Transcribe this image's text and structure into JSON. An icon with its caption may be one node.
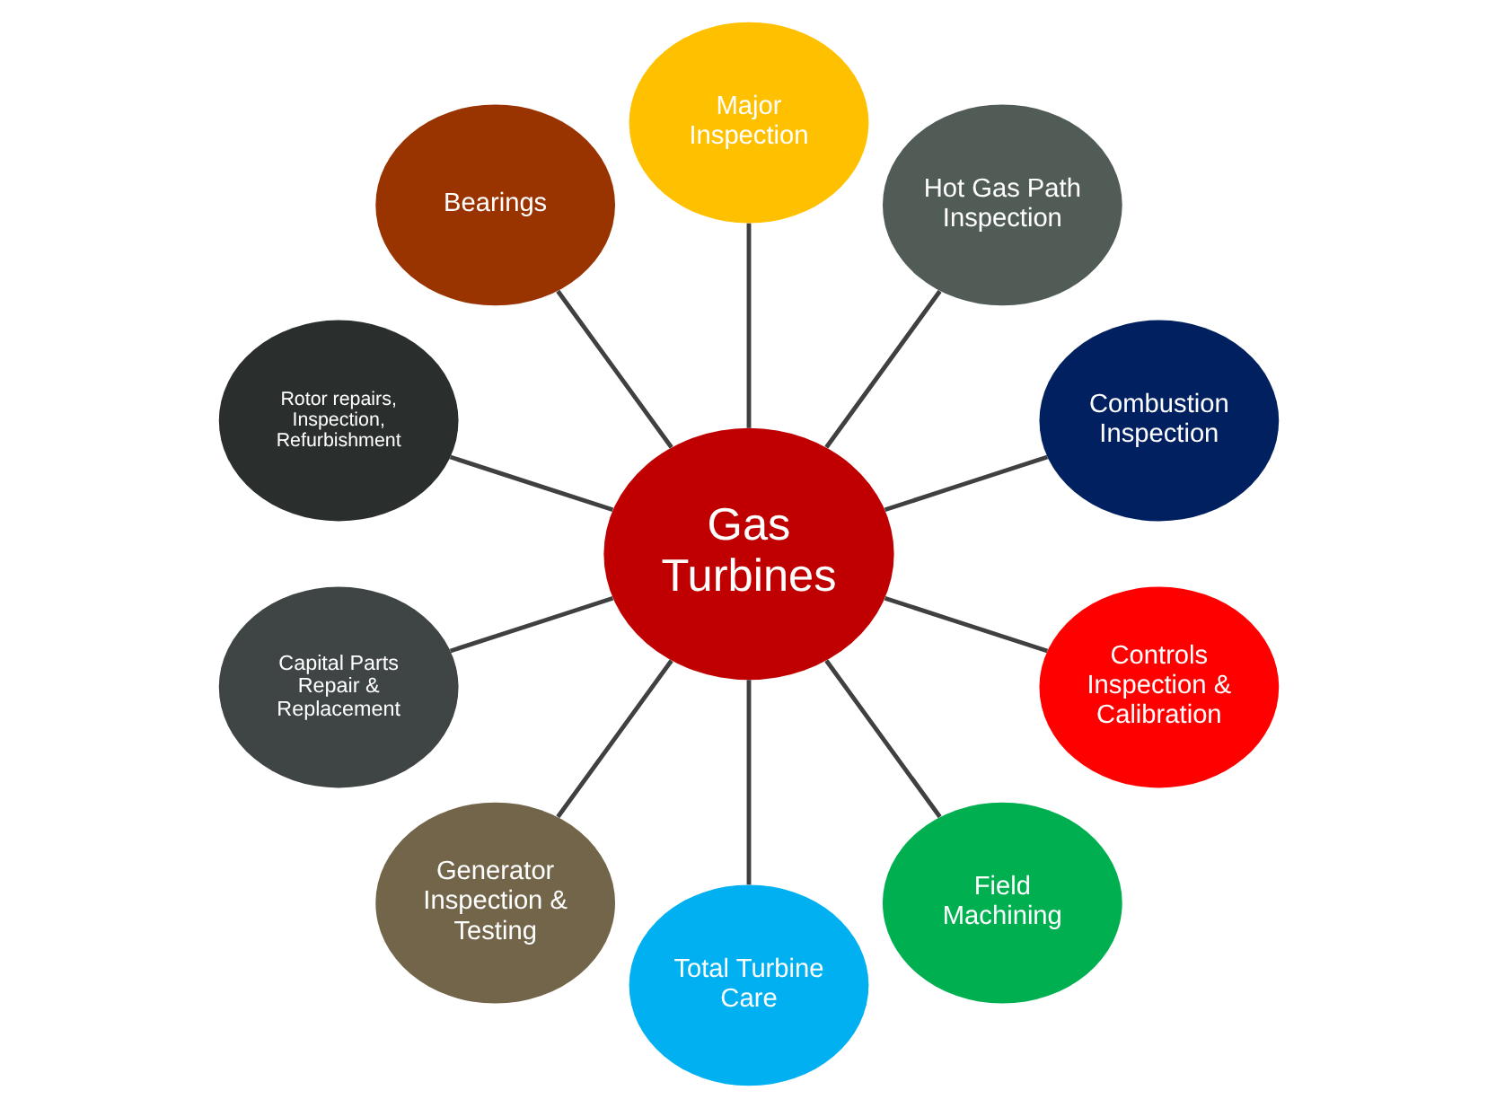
{
  "diagram": {
    "nodes": [
      {
        "text": [
          "Gas Turbines"
        ]
      },
      {
        "text": [
          "Combustion Inspection"
        ]
      },
      {
        "text": [
          "Hot Gas Path Inspection"
        ]
      },
      {
        "text": [
          "Major Inspection"
        ]
      },
      {
        "text": [
          "Bearings"
        ]
      },
      {
        "text": [
          "Rotor repairs, Inspection, Refurbishment"
        ]
      },
      {
        "text": [
          "Capital Parts Repair & Replacement"
        ]
      },
      {
        "text": [
          "Generator Inspection & Testing"
        ]
      },
      {
        "text": [
          "Total Turbine Care"
        ]
      },
      {
        "text": [
          "Field Machining"
        ]
      },
      {
        "text": [
          "Controls Inspection & Calibration"
        ]
      }
    ],
    "edges": [
      {
        "from": 0,
        "to": 1,
        "arrow": "none"
      },
      {
        "from": 0,
        "to": 2,
        "arrow": "none"
      },
      {
        "from": 0,
        "to": 3,
        "arrow": "none"
      },
      {
        "from": 0,
        "to": 4,
        "arrow": "none"
      },
      {
        "from": 0,
        "to": 5,
        "arrow": "none"
      },
      {
        "from": 0,
        "to": 6,
        "arrow": "none"
      },
      {
        "from": 0,
        "to": 7,
        "arrow": "none"
      },
      {
        "from": 0,
        "to": 8,
        "arrow": "none"
      },
      {
        "from": 0,
        "to": 9,
        "arrow": "none"
      },
      {
        "from": 0,
        "to": 10,
        "arrow": "none"
      }
    ]
  }
}
